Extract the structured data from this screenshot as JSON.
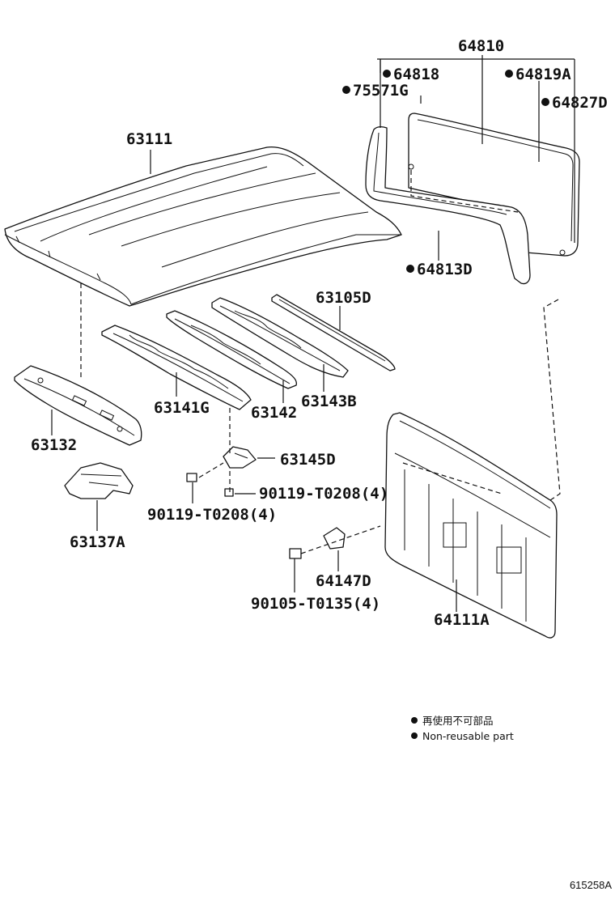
{
  "diagram": {
    "parts": [
      {
        "id": "p64810",
        "number": "64810",
        "non_reusable": false
      },
      {
        "id": "p64818",
        "number": "64818",
        "non_reusable": true
      },
      {
        "id": "p64819A",
        "number": "64819A",
        "non_reusable": true
      },
      {
        "id": "p75571G",
        "number": "75571G",
        "non_reusable": true
      },
      {
        "id": "p64827D",
        "number": "64827D",
        "non_reusable": true
      },
      {
        "id": "p63111",
        "number": "63111",
        "non_reusable": false
      },
      {
        "id": "p64813D",
        "number": "64813D",
        "non_reusable": true
      },
      {
        "id": "p63105D",
        "number": "63105D",
        "non_reusable": false
      },
      {
        "id": "p63141G",
        "number": "63141G",
        "non_reusable": false
      },
      {
        "id": "p63142",
        "number": "63142",
        "non_reusable": false
      },
      {
        "id": "p63143B",
        "number": "63143B",
        "non_reusable": false
      },
      {
        "id": "p63132",
        "number": "63132",
        "non_reusable": false
      },
      {
        "id": "p63145D",
        "number": "63145D",
        "non_reusable": false
      },
      {
        "id": "p90119a",
        "number": "90119-T0208(4)",
        "non_reusable": false
      },
      {
        "id": "p90119b",
        "number": "90119-T0208(4)",
        "non_reusable": false
      },
      {
        "id": "p63137A",
        "number": "63137A",
        "non_reusable": false
      },
      {
        "id": "p64147D",
        "number": "64147D",
        "non_reusable": false
      },
      {
        "id": "p90105",
        "number": "90105-T0135(4)",
        "non_reusable": false
      },
      {
        "id": "p64111A",
        "number": "64111A",
        "non_reusable": false
      }
    ],
    "legend": {
      "japanese": "再使用不可部品",
      "english": "Non-reusable part"
    },
    "diagram_code": "615258A"
  }
}
